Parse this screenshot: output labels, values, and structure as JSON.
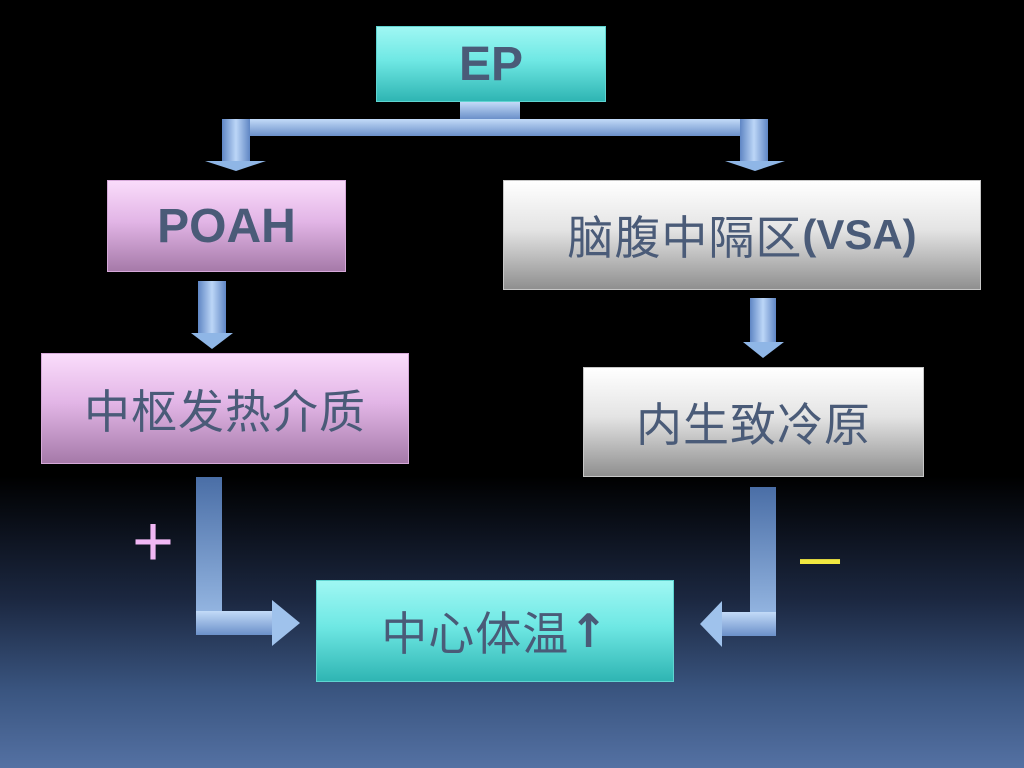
{
  "diagram": {
    "nodes": {
      "ep": "EP",
      "poah": "POAH",
      "vsa_zh": "脑腹中隔区",
      "vsa_abbr": "(VSA)",
      "mediator": "中枢发热介质",
      "cryogen": "内生致冷原",
      "temp_text": "中心体温",
      "temp_arrow": "↑"
    },
    "signs": {
      "plus": "+",
      "minus": "–"
    },
    "colors": {
      "cyan": "#6fe8e4",
      "pink": "#e2b5e6",
      "silver": "#e4e4e4",
      "text": "#4a5b78",
      "plus": "#f1b7f4",
      "minus": "#f2e940",
      "connector": "#8fb6e6"
    }
  }
}
